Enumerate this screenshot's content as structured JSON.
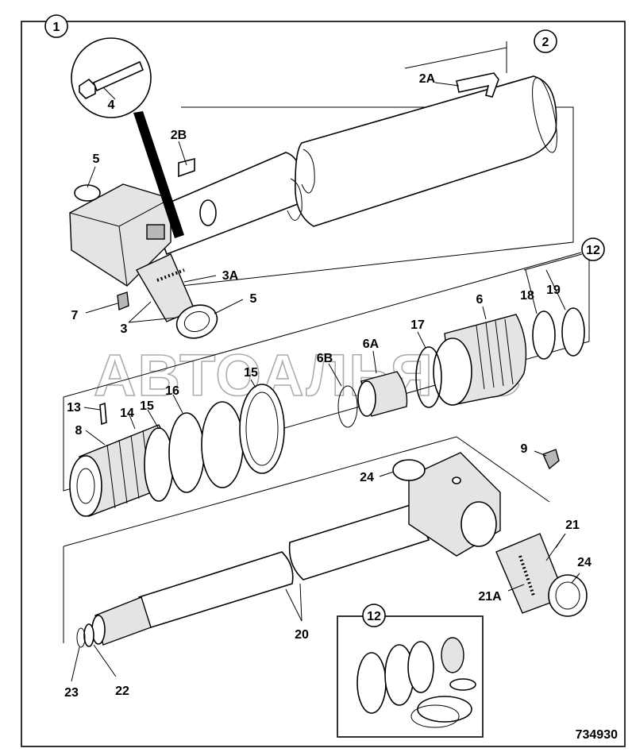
{
  "diagram": {
    "drawing_number": "734930",
    "watermark": "АВТОАЛЬЯНС",
    "group_label": "1",
    "labels": {
      "l2": "2",
      "l2A": "2A",
      "l2B": "2B",
      "l3": "3",
      "l3A": "3A",
      "l4": "4",
      "l5a": "5",
      "l5b": "5",
      "l6": "6",
      "l6A": "6A",
      "l6B": "6B",
      "l7": "7",
      "l8": "8",
      "l9": "9",
      "l12": "12",
      "l12b": "12",
      "l13": "13",
      "l14": "14",
      "l15a": "15",
      "l15b": "15",
      "l16": "16",
      "l17": "17",
      "l18": "18",
      "l19": "19",
      "l20": "20",
      "l21": "21",
      "l21A": "21A",
      "l22": "22",
      "l23": "23",
      "l24a": "24",
      "l24b": "24"
    }
  }
}
